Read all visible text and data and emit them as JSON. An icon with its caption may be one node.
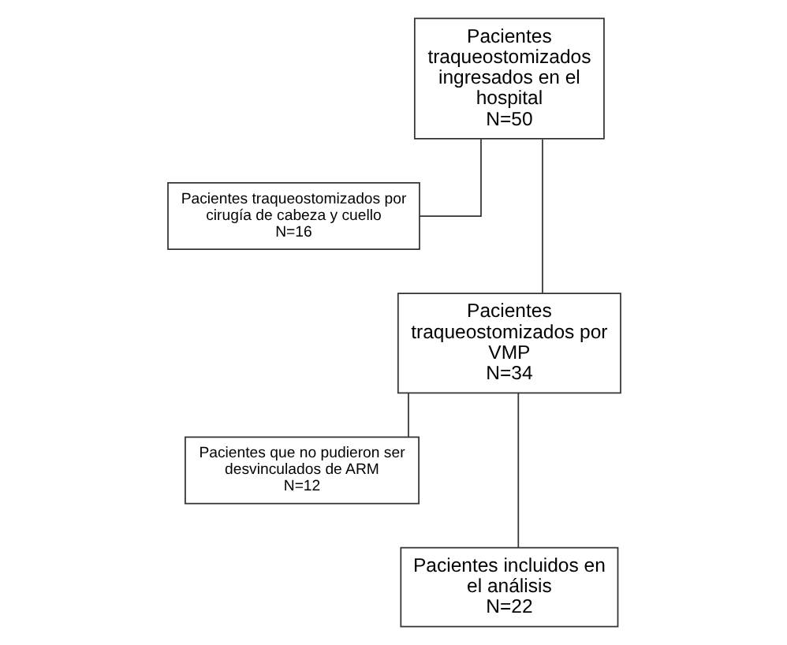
{
  "diagram": {
    "nodes": [
      {
        "text": [
          "Pacientes traqueostomizados ingresados en el hospital",
          "N=50"
        ]
      },
      {
        "text": [
          "Pacientes traqueostomizados por cirugía de cabeza y cuello",
          "N=16"
        ]
      },
      {
        "text": [
          "Pacientes traqueostomizados por VMP",
          "N=34"
        ]
      },
      {
        "text": [
          "Pacientes que no pudieron ser desvinculados de ARM",
          "N=12"
        ]
      },
      {
        "text": [
          "Pacientes incluidos en el análisis",
          "N=22"
        ]
      }
    ],
    "edges": [
      {
        "from": 0,
        "to": 1,
        "arrow": "none"
      },
      {
        "from": 0,
        "to": 2,
        "arrow": "none"
      },
      {
        "from": 2,
        "to": 3,
        "arrow": "none"
      },
      {
        "from": 2,
        "to": 4,
        "arrow": "none"
      }
    ]
  }
}
